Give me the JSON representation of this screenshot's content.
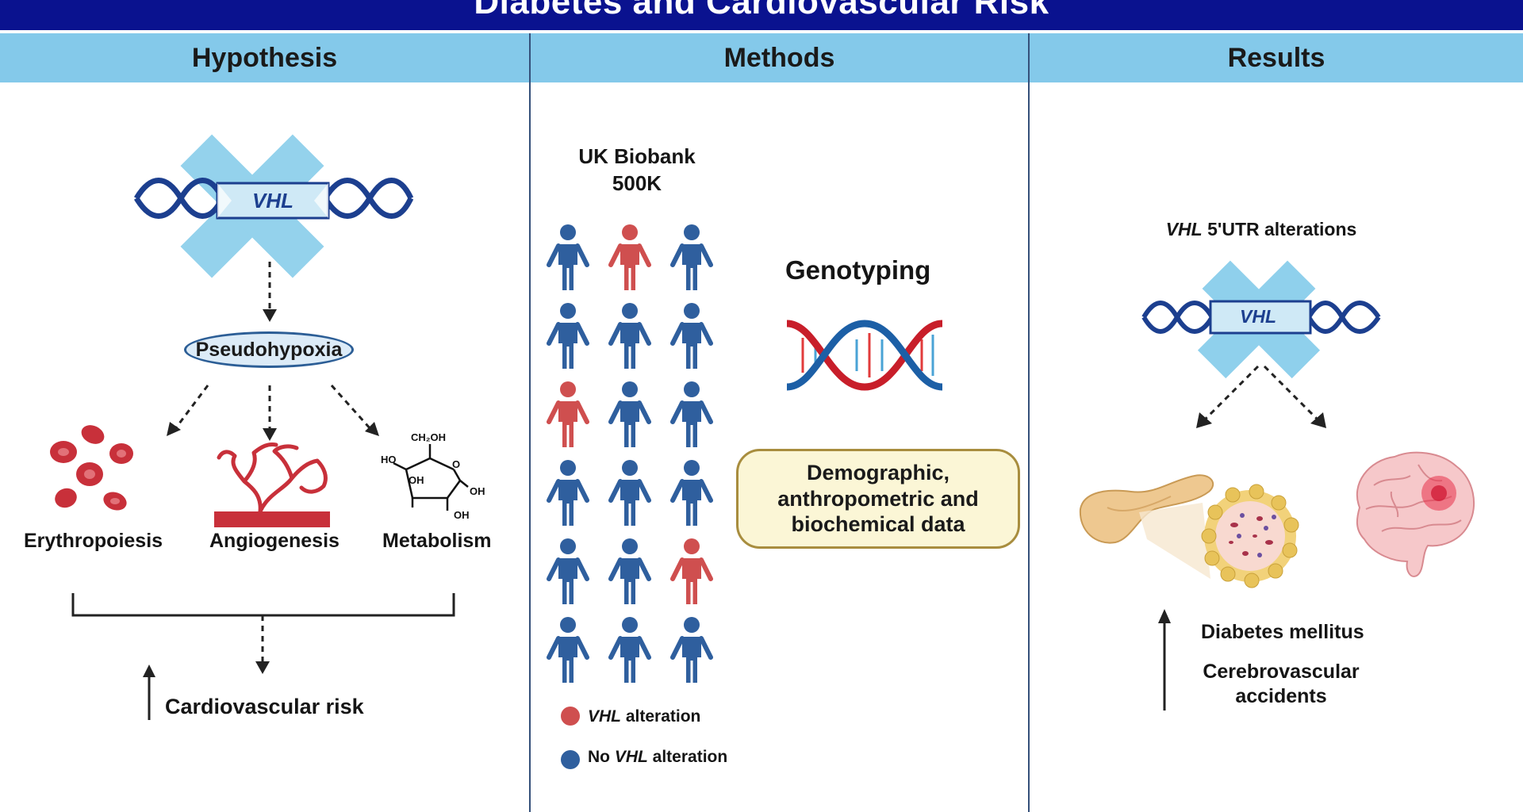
{
  "title": "Diabetes and Cardiovascular Risk",
  "columns": {
    "hypothesis": "Hypothesis",
    "methods": "Methods",
    "results": "Results"
  },
  "hypothesis": {
    "gene_label": "VHL",
    "state": "Pseudohypoxia",
    "effects": [
      "Erythropoiesis",
      "Angiogenesis",
      "Metabolism"
    ],
    "outcome": "Cardiovascular risk"
  },
  "methods": {
    "cohort_name": "UK Biobank",
    "cohort_size": "500K",
    "genotyping_label": "Genotyping",
    "data_box": "Demographic, anthropometric and biochemical data",
    "legend": {
      "altered_gene": "VHL",
      "altered_text": " alteration",
      "unaltered_prefix": "No ",
      "unaltered_gene": "VHL",
      "unaltered_text": " alteration"
    },
    "people_grid": {
      "rows": 6,
      "cols": 3,
      "altered_positions": [
        [
          0,
          1
        ],
        [
          2,
          0
        ],
        [
          4,
          2
        ]
      ]
    }
  },
  "results": {
    "heading_gene": "VHL",
    "heading_text": " 5'UTR alterations",
    "gene_label": "VHL",
    "outcome_1": "Diabetes mellitus",
    "outcome_2_line1": "Cerebrovascular",
    "outcome_2_line2": "accidents"
  },
  "colors": {
    "title_bar": "#0a128f",
    "header_bg": "#84c9ea",
    "person_blue": "#2f5f9e",
    "person_red": "#cf4f4f",
    "dna_blue": "#1c3f8f",
    "dna_red": "#c81e2a",
    "cross": "#8fd0ec"
  }
}
